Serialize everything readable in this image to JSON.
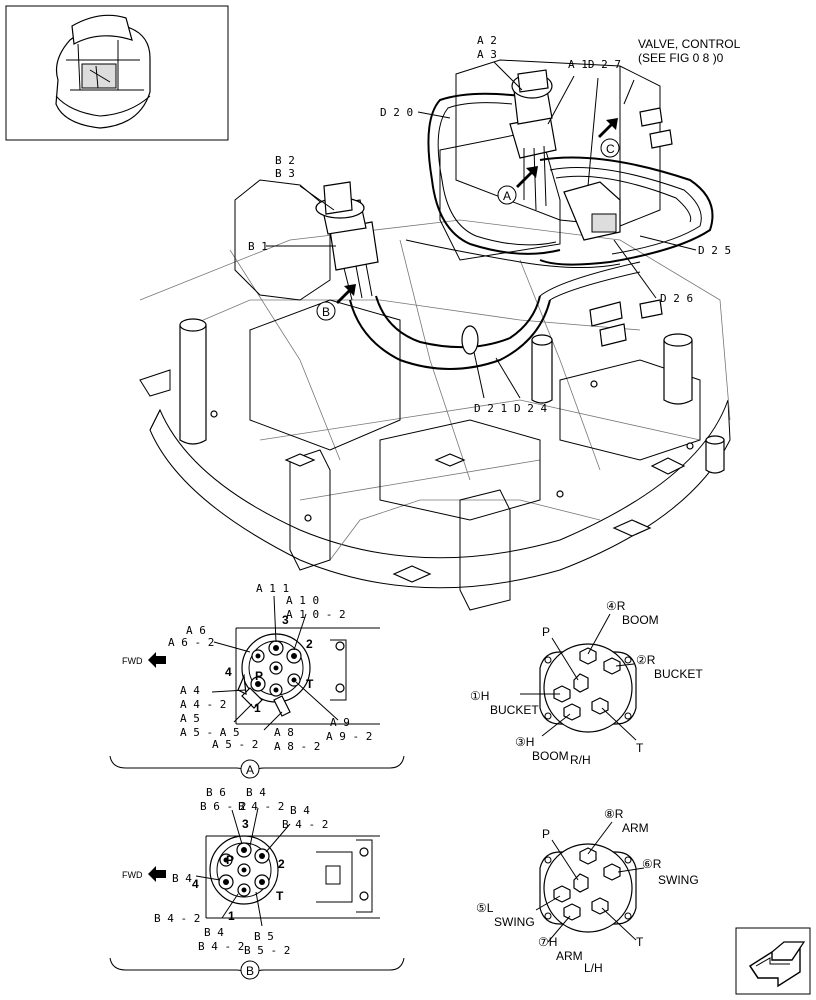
{
  "main_labels": {
    "a2": "A 2",
    "a3": "A 3",
    "a1d27": "A 1D 2 7",
    "valve_control_line1": "VALVE, CONTROL",
    "valve_control_line2": "(SEE FIG 0 8 )0",
    "d20": "D 2 0",
    "b2": "B 2",
    "b3": "B 3",
    "b1": "B 1",
    "d25": "D 2 5",
    "d26": "D 2 6",
    "d21": "D 2 1",
    "d24": "D 2 4",
    "callout_a": "A",
    "callout_b": "B",
    "callout_c": "C"
  },
  "detail_a": {
    "a11": "A 1 1",
    "a10": "A 1 0",
    "a10_2": "A 1 0 - 2",
    "a6": "A 6",
    "a6_2": "A 6 - 2",
    "a4": "A 4",
    "a4_2": "A 4 - 2",
    "a5": "A 5",
    "a5_a5": "A 5 - A 5",
    "a5_2": "A 5 - 2",
    "a8": "A 8",
    "a8_2": "A 8 - 2",
    "a9": "A 9",
    "a9_2": "A 9 - 2",
    "fwd": "FWD",
    "port_p": "P",
    "port_t": "T",
    "port_1": "1",
    "port_2": "2",
    "port_3": "3",
    "port_4": "4",
    "caption": "A"
  },
  "port_a": {
    "p": "P",
    "r_boom_num": "④R",
    "r_boom": "BOOM",
    "r_bucket_num": "②R",
    "r_bucket": "BUCKET",
    "h_bucket_num": "①H",
    "h_bucket": "BUCKET",
    "h_boom_num": "③H",
    "h_boom": "BOOM",
    "h_boom_suffix": "R/H",
    "t": "T"
  },
  "detail_b": {
    "b6": "B 6",
    "b6_2": "B 6 - 2",
    "b4_top": "B 4",
    "b4_2_top": "B 4 - 2",
    "b4_right": "B 4",
    "b4_2_right": "B 4 - 2",
    "b4_left": "B 4",
    "b4_2_left": "B 4 - 2",
    "b4_bottom": "B 4",
    "b4_2_bottom": "B 4 - 2",
    "b5": "B 5",
    "b5_2": "B 5 - 2",
    "fwd": "FWD",
    "port_p": "P",
    "port_t": "T",
    "port_1": "1",
    "port_2": "2",
    "port_3": "3",
    "port_4": "4",
    "caption": "B"
  },
  "port_b": {
    "p": "P",
    "r_arm_num": "⑧R",
    "r_arm": "ARM",
    "r_swing_num": "⑥R",
    "r_swing": "SWING",
    "l_swing_num": "⑤L",
    "l_swing": "SWING",
    "h_arm_num": "⑦H",
    "h_arm": "ARM",
    "h_arm_suffix": "L/H",
    "t": "T"
  },
  "icons": {
    "thumbnail": "machine-thumbnail-icon",
    "nav": "navigation-arrow-icon"
  }
}
